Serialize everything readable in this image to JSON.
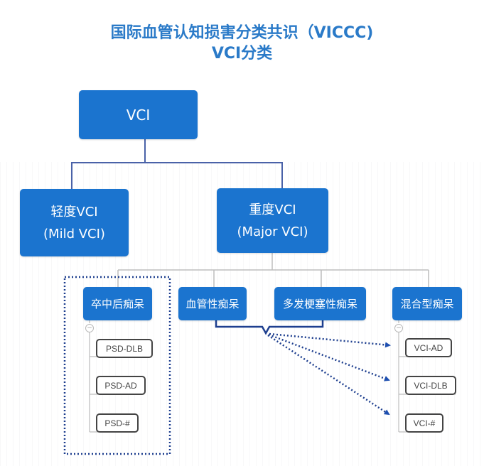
{
  "title": {
    "line1": "国际血管认知损害分类共识（VICCC)",
    "line2": "VCI分类"
  },
  "colors": {
    "title": "#2a7ac8",
    "node_fill": "#1b74cf",
    "node_text": "#ffffff",
    "connector_top": "#4a62a8",
    "connector_gray": "#bdbdbd",
    "dotted_accent": "#1e3f8f",
    "arrow": "#1e4fb0",
    "leaf_border": "#444444"
  },
  "root": {
    "label": "VCI"
  },
  "level2": [
    {
      "label_line1": "轻度VCI",
      "label_line2": "(Mild VCI)"
    },
    {
      "label_line1": "重度VCI",
      "label_line2": "(Major VCI)"
    }
  ],
  "level3": [
    {
      "label": "卒中后痴呆",
      "highlighted": true,
      "children": [
        "PSD-DLB",
        "PSD-AD",
        "PSD-#"
      ]
    },
    {
      "label": "血管性痴呆"
    },
    {
      "label": "多发梗塞性痴呆"
    },
    {
      "label": "混合型痴呆",
      "children": [
        "VCI-AD",
        "VCI-DLB",
        "VCI-#"
      ]
    }
  ],
  "collapse_icon": "minus-circle"
}
